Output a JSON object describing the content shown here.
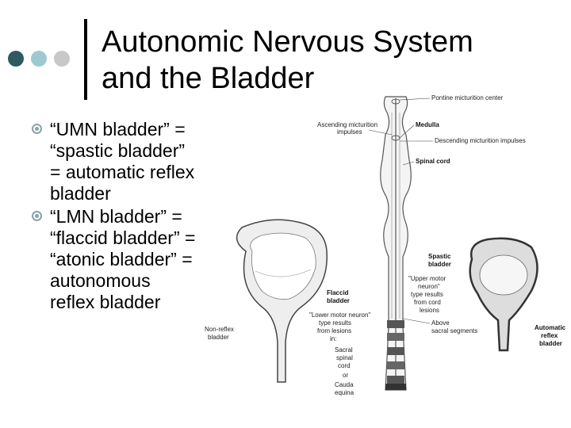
{
  "slide": {
    "title_lines": [
      "Autonomic Nervous System",
      "and the Bladder"
    ],
    "bullets": [
      {
        "lines": [
          "“UMN bladder” =",
          "“spastic bladder”",
          "= automatic reflex",
          "bladder"
        ]
      },
      {
        "lines": [
          "“LMN bladder” =",
          "“flaccid bladder” =",
          "“atonic bladder” =",
          "autonomous",
          "reflex bladder"
        ]
      }
    ],
    "dot_colors": [
      "#2e5a60",
      "#9ec9cf",
      "#c8c8c8"
    ]
  },
  "diagram": {
    "labels": {
      "pontine": "Pontine micturition center",
      "ascending_1": "Ascending micturition",
      "ascending_2": "impulses",
      "medulla": "Medulla",
      "descending": "Descending micturition impulses",
      "spinal_cord": "Spinal cord",
      "spastic_1": "Spastic",
      "spastic_2": "bladder",
      "umn_1": "\"Upper motor",
      "umn_2": "neuron\"",
      "umn_3": "type results",
      "umn_4": "from cord",
      "umn_5": "lesions",
      "flaccid_1": "Flaccid",
      "flaccid_2": "bladder",
      "lmn_1": "\"Lower motor neuron\"",
      "lmn_2": "type results",
      "lmn_3": "from lesions",
      "lmn_4": "in:",
      "above_1": "Above",
      "above_2": "sacral segments",
      "sacral_1": "Sacral",
      "sacral_2": "spinal",
      "sacral_3": "cord",
      "or": "or",
      "cauda_1": "Cauda",
      "cauda_2": "equina",
      "nonreflex_1": "Non-reflex",
      "nonreflex_2": "bladder",
      "automatic_1": "Automatic",
      "automatic_2": "reflex",
      "automatic_3": "bladder"
    }
  }
}
